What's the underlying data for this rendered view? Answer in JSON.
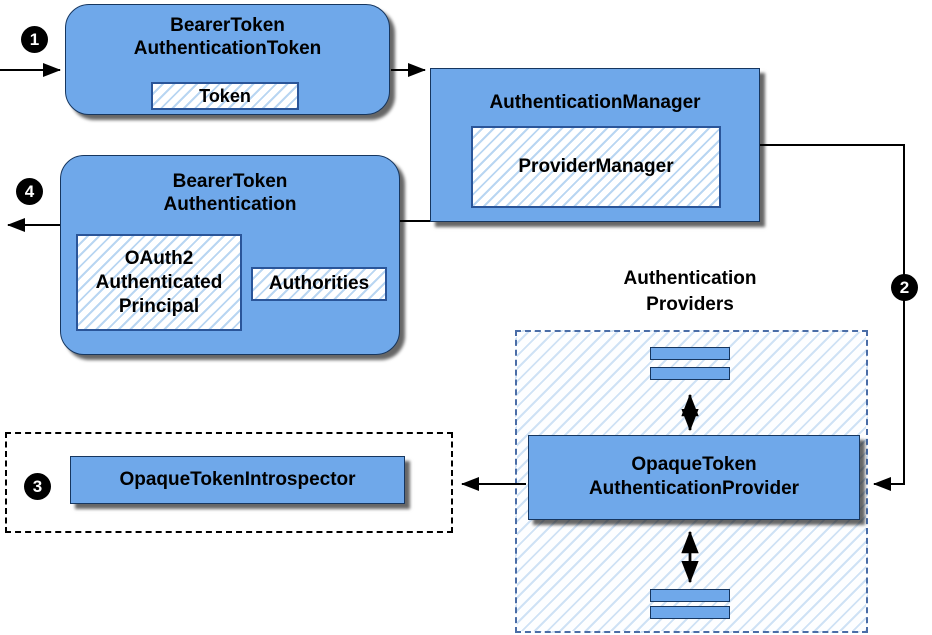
{
  "diagram": {
    "steps": {
      "s1": "1",
      "s2": "2",
      "s3": "3",
      "s4": "4"
    },
    "bearer_token_authentication_token": {
      "title": "BearerToken\nAuthenticationToken",
      "token_label": "Token"
    },
    "authentication_manager": {
      "title": "AuthenticationManager",
      "provider_manager_label": "ProviderManager"
    },
    "bearer_token_authentication": {
      "title": "BearerToken\nAuthentication",
      "principal_label": "OAuth2\nAuthenticated\nPrincipal",
      "authorities_label": "Authorities"
    },
    "introspector": {
      "label": "OpaqueTokenIntrospector"
    },
    "providers": {
      "heading": "Authentication\nProviders",
      "provider_title": "OpaqueToken\nAuthenticationProvider"
    },
    "colors": {
      "node_blue": "#6fa8ea",
      "node_border": "#16365f",
      "hatch_line": "#b9d6f2",
      "area_hatch": "#cfe2f5",
      "shadow": "rgba(0,0,0,0.6)"
    }
  }
}
